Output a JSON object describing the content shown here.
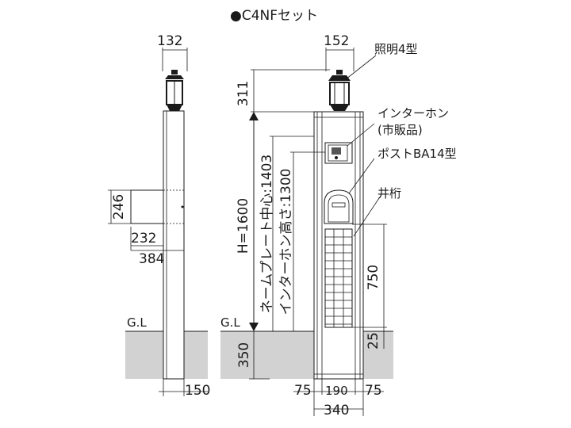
{
  "title": "●C4NFセット",
  "labels": {
    "lamp": "照明4型",
    "intercom_line1": "インターホン",
    "intercom_line2": "(市販品)",
    "post": "ポストBA14型",
    "lattice": "井桁",
    "gl_left": "G.L",
    "gl_right": "G.L"
  },
  "dims": {
    "left_lamp_width": "132",
    "right_lamp_width": "152",
    "lamp_height": "311",
    "total_height": "H=1600",
    "nameplate_center": "ネームプレート中心:1403",
    "intercom_height": "インターホン高さ:1300",
    "post_height": "246",
    "post_depth_a": "232",
    "post_depth_b": "384",
    "lattice_height": "750",
    "lattice_base": "25",
    "underground": "350",
    "pillar_depth": "150",
    "side_a": "75",
    "center": "190",
    "side_b": "75",
    "total_width": "340"
  },
  "colors": {
    "ground": "#d2d2d2",
    "line": "#1a1a1a",
    "pillar": "#ffffff"
  }
}
